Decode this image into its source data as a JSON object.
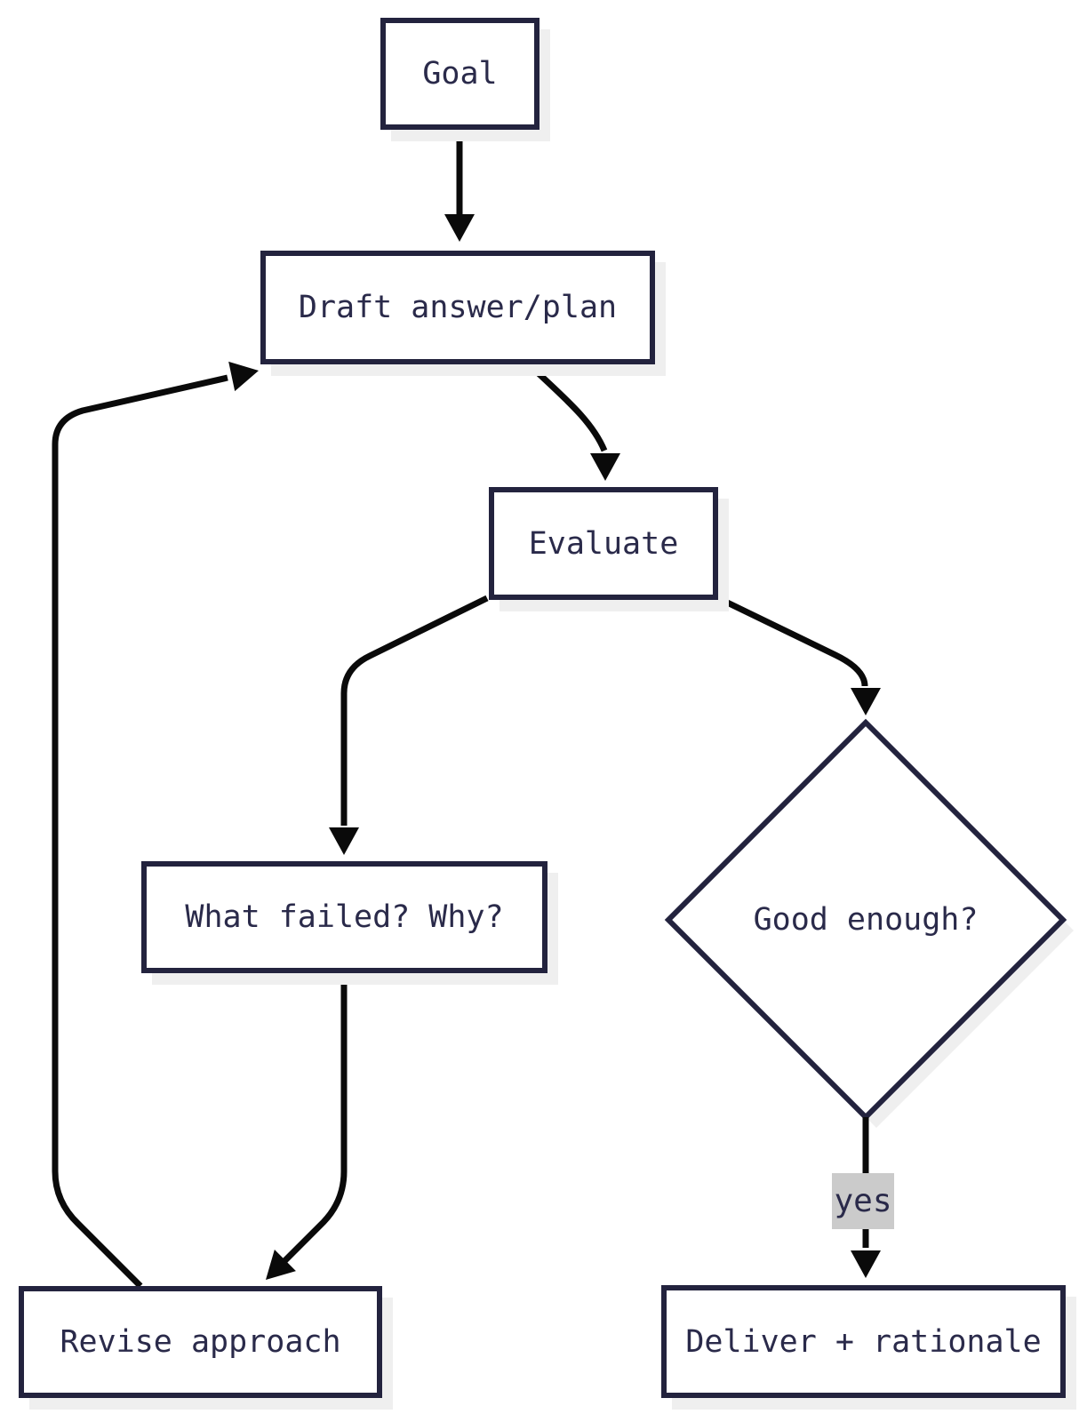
{
  "colors": {
    "canvas-bg": "#ffffff",
    "node-fill": "#ffffff",
    "node-border": "#23233e",
    "text": "#2a2a4a",
    "arrow": "#0a0a0a",
    "shadow": "#efefef",
    "edge-label-bg": "#cbcbcb"
  },
  "diagram": {
    "type": "flowchart",
    "nodes": {
      "goal": {
        "label": "Goal",
        "shape": "rect"
      },
      "draft": {
        "label": "Draft answer/plan",
        "shape": "rect"
      },
      "evaluate": {
        "label": "Evaluate",
        "shape": "rect"
      },
      "what_failed": {
        "label": "What failed? Why?",
        "shape": "rect"
      },
      "good_enough": {
        "label": "Good enough?",
        "shape": "diamond"
      },
      "revise": {
        "label": "Revise approach",
        "shape": "rect"
      },
      "deliver": {
        "label": "Deliver + rationale",
        "shape": "rect"
      }
    },
    "edges": {
      "goal_to_draft": {
        "from": "goal",
        "to": "draft"
      },
      "draft_to_evaluate": {
        "from": "draft",
        "to": "evaluate"
      },
      "evaluate_to_what_failed": {
        "from": "evaluate",
        "to": "what_failed"
      },
      "evaluate_to_good_enough": {
        "from": "evaluate",
        "to": "good_enough"
      },
      "what_failed_to_revise": {
        "from": "what_failed",
        "to": "revise"
      },
      "good_enough_to_deliver": {
        "from": "good_enough",
        "to": "deliver",
        "label": "yes"
      },
      "revise_to_draft": {
        "from": "revise",
        "to": "draft"
      }
    }
  }
}
